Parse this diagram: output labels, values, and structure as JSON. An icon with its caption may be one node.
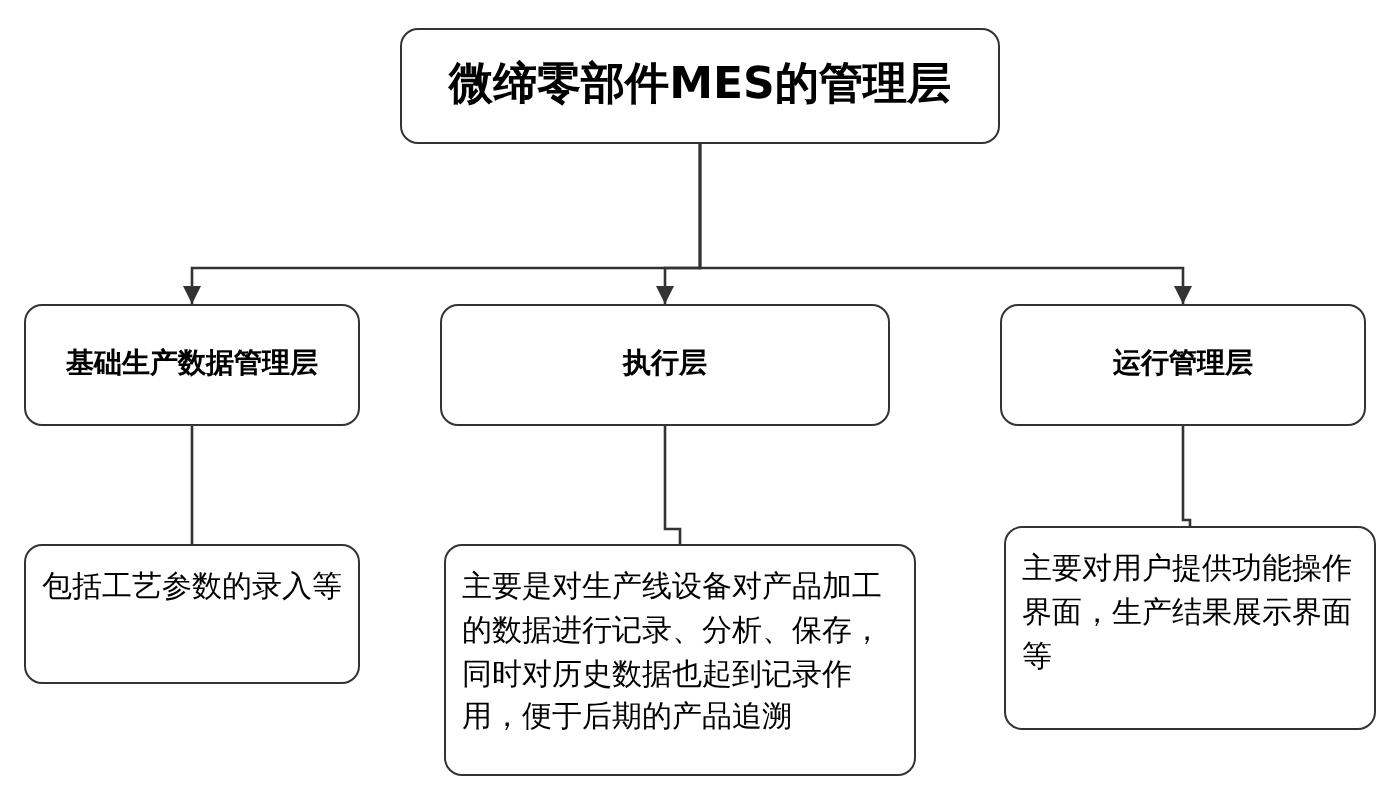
{
  "diagram": {
    "nodes": [
      {
        "text": [
          "微缔零部件MES的管理层"
        ]
      },
      {
        "text": [
          "基础生产数据管理层"
        ]
      },
      {
        "text": [
          "执行层"
        ]
      },
      {
        "text": [
          "运行管理层"
        ]
      },
      {
        "text": [
          "包括工艺参数的录入等"
        ]
      },
      {
        "text": [
          "主要是对生产线设备对产品加工的数据进行记录、分析、保存，同时对历史数据也起到记录作用，便于后期的产品追溯"
        ]
      },
      {
        "text": [
          "主要对用户提供功能操作界面，生产结果展示界面等"
        ]
      }
    ],
    "edges": [
      {
        "from": 0,
        "to": 1,
        "arrow": "to"
      },
      {
        "from": 0,
        "to": 2,
        "arrow": "to"
      },
      {
        "from": 0,
        "to": 3,
        "arrow": "to"
      },
      {
        "from": 1,
        "to": 4,
        "arrow": "none"
      },
      {
        "from": 2,
        "to": 5,
        "arrow": "none"
      },
      {
        "from": 3,
        "to": 6,
        "arrow": "none"
      }
    ]
  }
}
